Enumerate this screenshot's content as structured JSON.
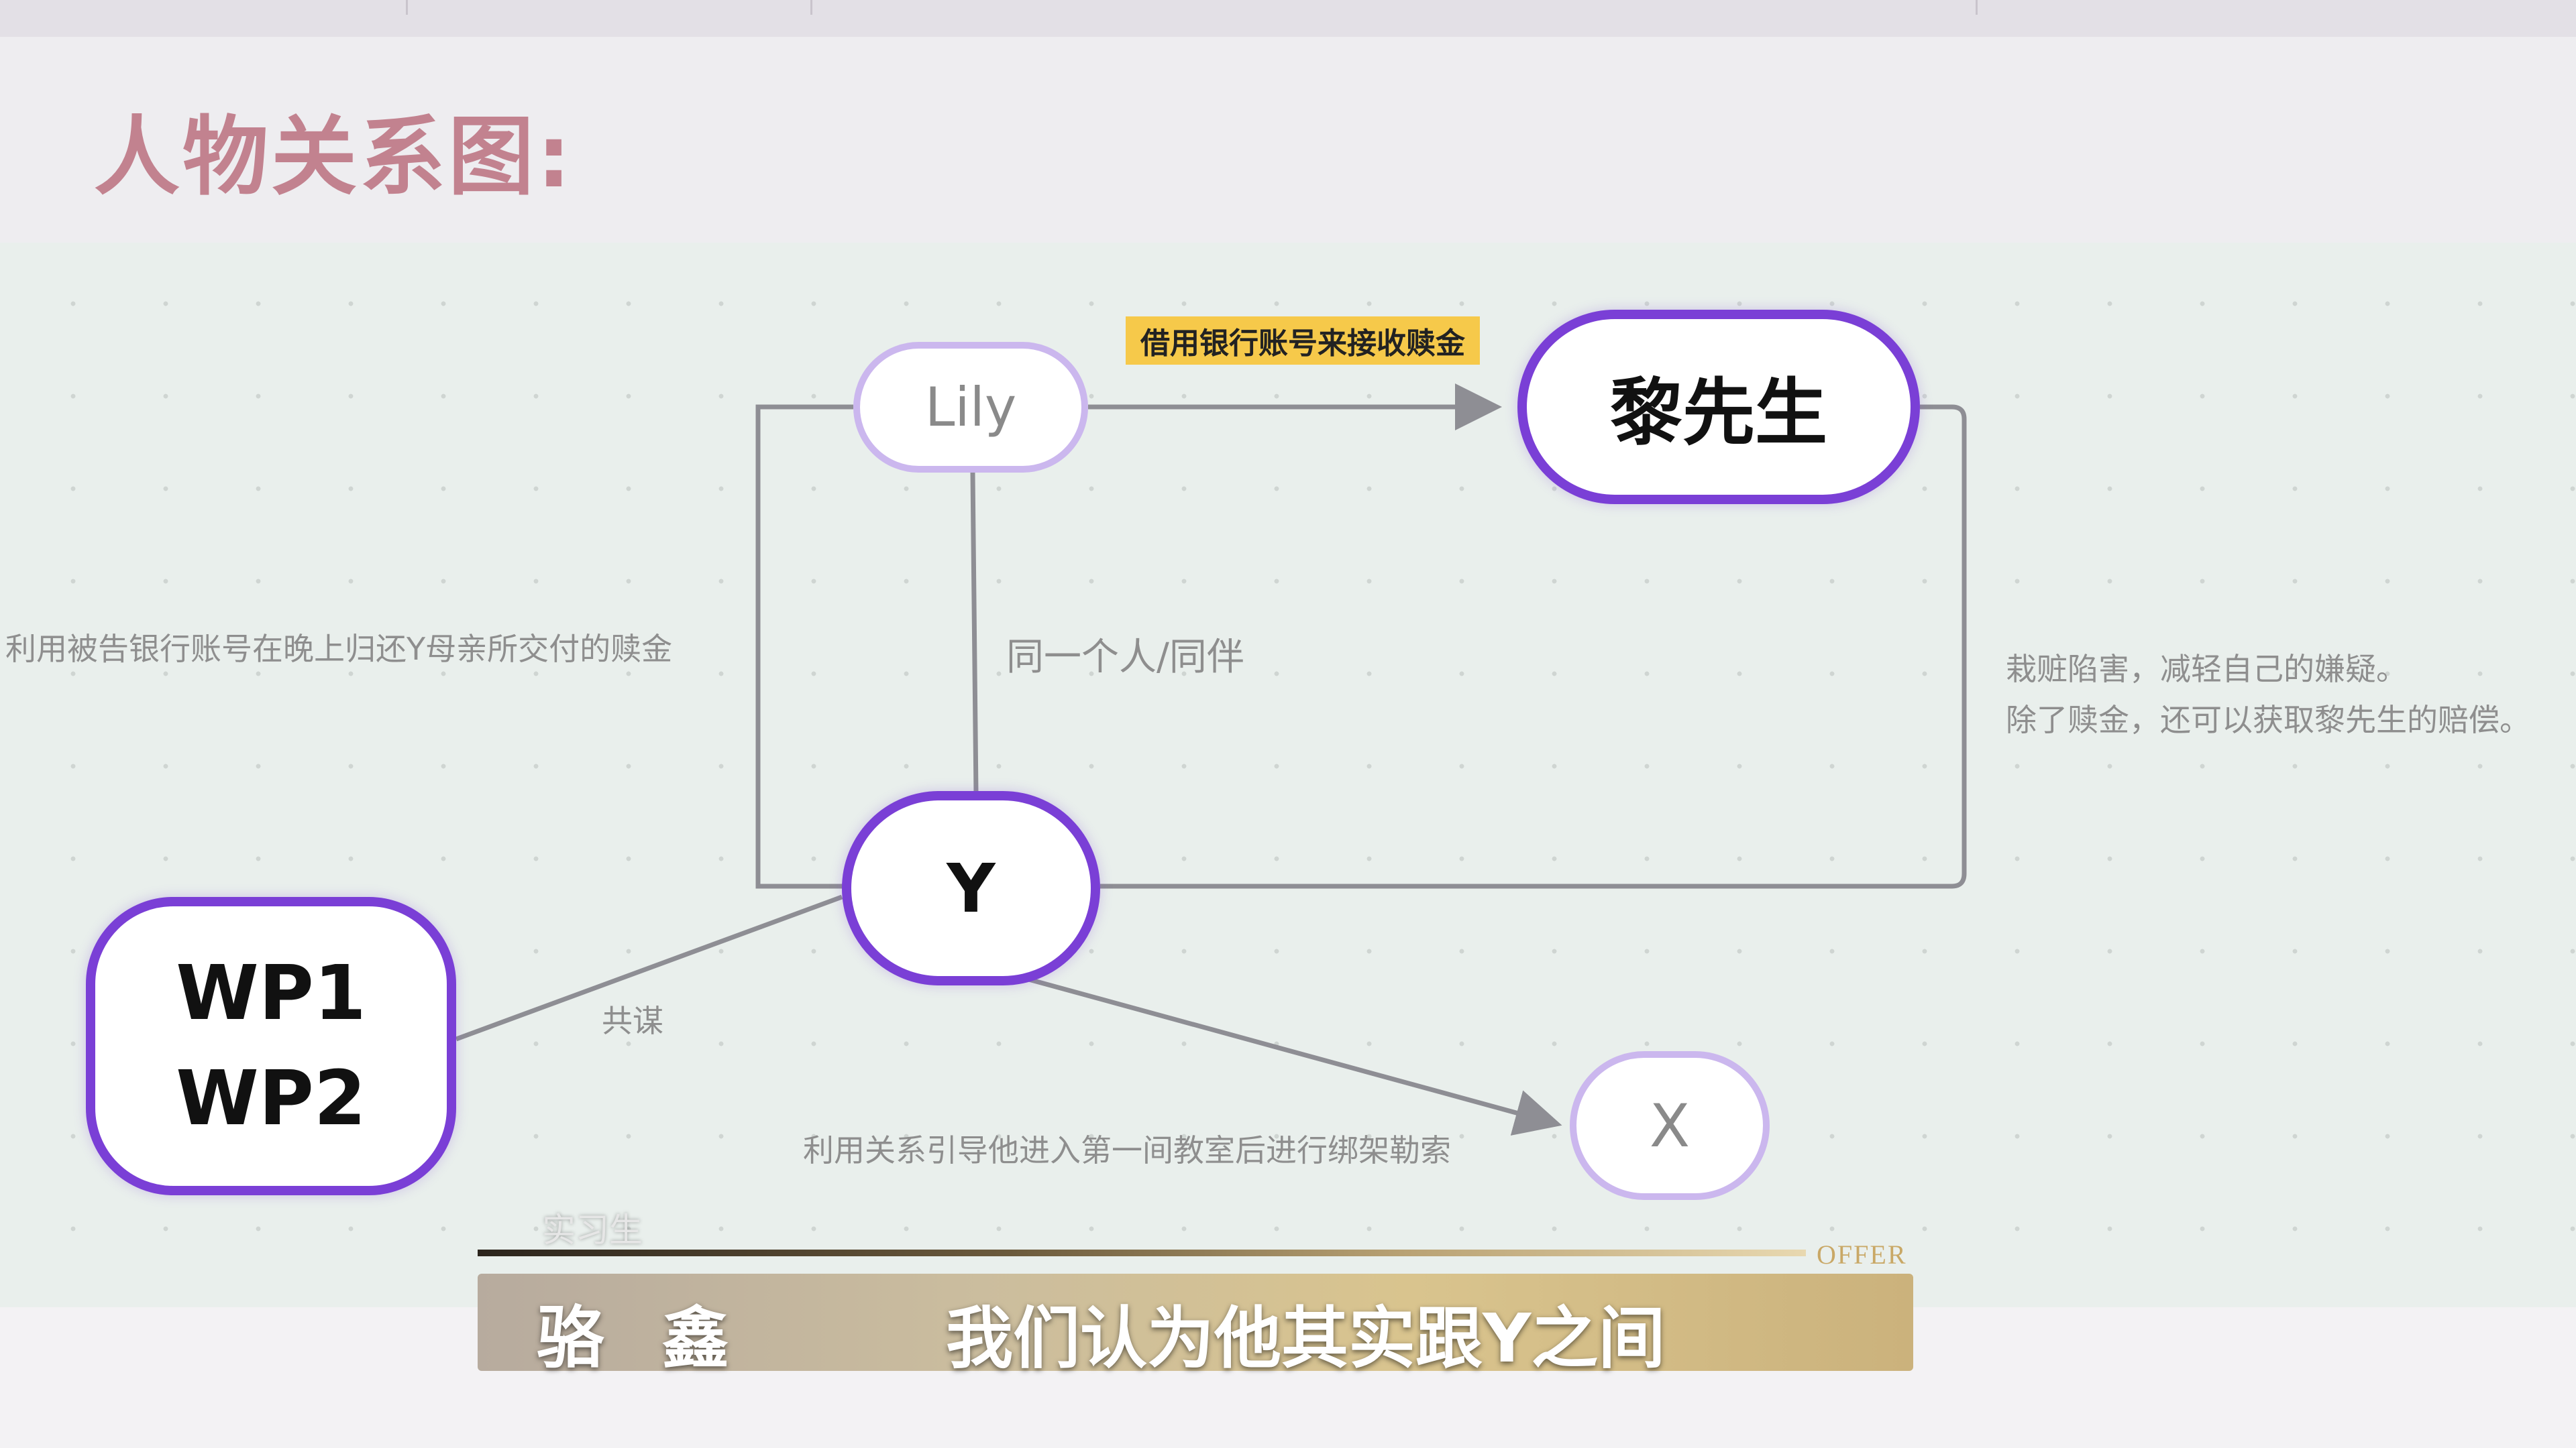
{
  "heading": "人物关系图:",
  "nodes": {
    "lily": "Lily",
    "li": "黎先生",
    "y": "Y",
    "wp1": "WP1",
    "wp2": "WP2",
    "x": "X"
  },
  "edge_labels": {
    "lily_to_li": "借用银行账号来接收赎金",
    "lily_y": "同一个人/同伴",
    "left_loop": "利用被告银行账号在晚上归还Y母亲所交付的赎金",
    "right_loop_1": "栽赃陷害，减轻自己的嫌疑。",
    "right_loop_2": "除了赎金，还可以获取黎先生的赔偿。",
    "y_wp": "共谋",
    "y_x": "利用关系引导他进入第一间教室后进行绑架勒索"
  },
  "caption": {
    "role": "实习生",
    "brand": "OFFER",
    "name": "骆 鑫",
    "text": "我们认为他其实跟Y之间"
  },
  "colors": {
    "node_border": "#7a3fd6",
    "node_border_faint": "#cbb7ee",
    "edge": "#8e8e94",
    "highlight": "#f6c94a",
    "heading": "#c2828f"
  }
}
